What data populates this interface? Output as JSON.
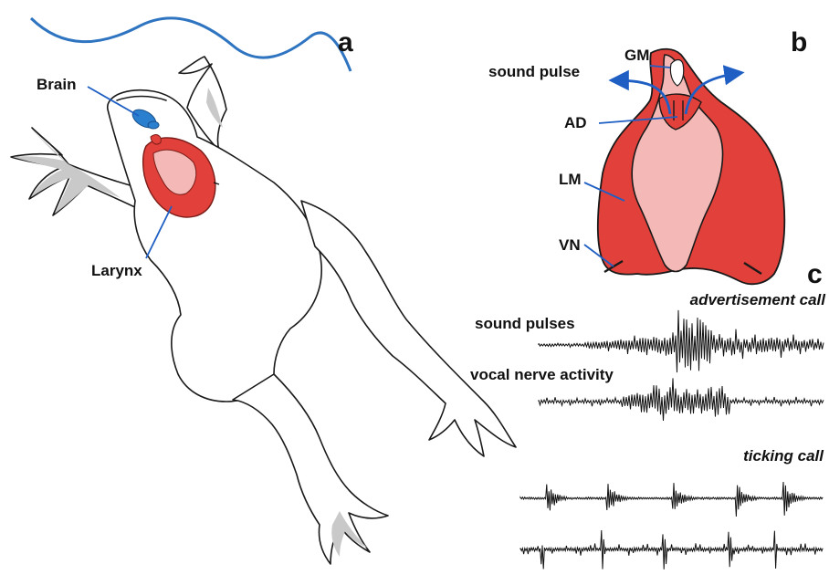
{
  "panels": {
    "a": "a",
    "b": "b",
    "c": "c"
  },
  "panel_a": {
    "brain_label": "Brain",
    "larynx_label": "Larynx"
  },
  "panel_b": {
    "sound_pulse_label": "sound pulse",
    "gm_label": "GM",
    "ad_label": "AD",
    "lm_label": "LM",
    "vn_label": "VN"
  },
  "panel_c": {
    "advertisement_title": "advertisement call",
    "sound_pulses_label": "sound pulses",
    "vocal_nerve_label": "vocal nerve activity",
    "ticking_title": "ticking call"
  },
  "colors": {
    "muscle_red": "#e2403a",
    "muscle_pink": "#f4b9b6",
    "brain_blue": "#2a7fcf",
    "leader_blue": "#1f5fc4",
    "wave_blue": "#2e74c0",
    "limb_gray": "#c9c9c9"
  }
}
